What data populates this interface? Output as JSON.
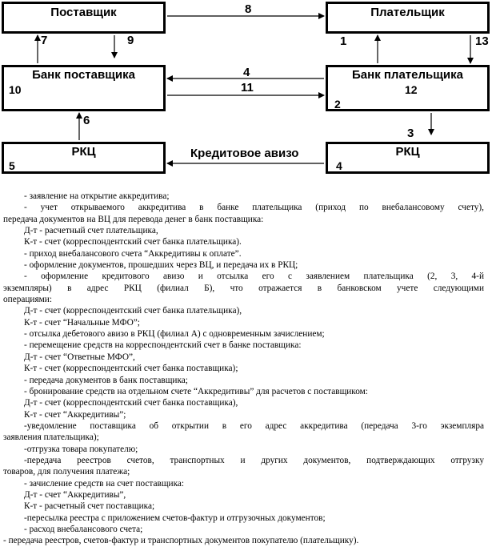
{
  "diagram": {
    "supplier": "Поставщик",
    "payer": "Плательщик",
    "supplier_bank": "Банк поставщика",
    "payer_bank": "Банк плательщика",
    "rkc": "РКЦ",
    "credit_avizo": "Кредитовое авизо",
    "nums": {
      "n1": "1",
      "n2": "2",
      "n3": "3",
      "n4": "4",
      "n4b": "4",
      "n5": "5",
      "n6": "6",
      "n7": "7",
      "n8": "8",
      "n9": "9",
      "n10": "10",
      "n11": "11",
      "n12": "12",
      "n13": "13"
    }
  },
  "text": {
    "l1": "- заявление на открытие аккредитива;",
    "l2": "- учет открываемого аккредитива в банке плательщика (приход по внебалансовому счету),",
    "l3": "передача документов на ВЦ для перевода денег в банк поставщика:",
    "l4": "Д-т - расчетный счет плательщика,",
    "l5": "К-т - счет (корреспондентский счет банка плательщика).",
    "l6": "- приход внебалансового счета “Аккредитивы к оплате”.",
    "l7": "- оформление документов, прошедших через ВЦ, и передача их в РКЦ;",
    "l8": "- оформление кредитового авизо и отсылка его с заявлением плательщика (2, 3, 4-й",
    "l9": "экземпляры) в адрес РКЦ (филиал Б), что отражается в банковском учете следующими",
    "l10": "операциями:",
    "l11": "Д-т - счет (корреспондентский счет банка плательщика),",
    "l12": "К-т - счет “Начальные МФО”;",
    "l13": "- отсылка дебетового авизо в РКЦ (филиал А) с одновременным зачислением;",
    "l14": "- перемещение средств на корреспондентский счет в банке поставщика:",
    "l15": "Д-т - счет “Ответные МФО”,",
    "l16": "К-т - счет (корреспондентский счет банка поставщика);",
    "l17": "- передача документов в банк поставщика;",
    "l18": "- бронирование средств на отдельном счете “Аккредитивы” для расчетов с поставщиком:",
    "l19": "Д-т - счет (корреспондентский счет банка поставщика),",
    "l20": "К-т - счет “Аккредитивы”;",
    "l21": "-уведомление поставщика об открытии в его адрес аккредитива (передача 3-го экземпляра",
    "l22": "заявления плательщика);",
    "l23": "-отгрузка товара покупателю;",
    "l24": "-передача реестров счетов, транспортных и других документов, подтверждающих отгрузку",
    "l25": "товаров, для получения платежа;",
    "l26": "- зачисление средств на счет поставщика:",
    "l27": "Д-т - счет “Аккредитивы”,",
    "l28": "К-т - расчетный счет поставщика;",
    "l29": "-пересылка реестра с приложением счетов-фактур и отгрузочных документов;",
    "l30": "- расход внебалансового счета;",
    "l31": "- передача реестров, счетов-фактур и транспортных документов покупателю (плательщику)."
  }
}
